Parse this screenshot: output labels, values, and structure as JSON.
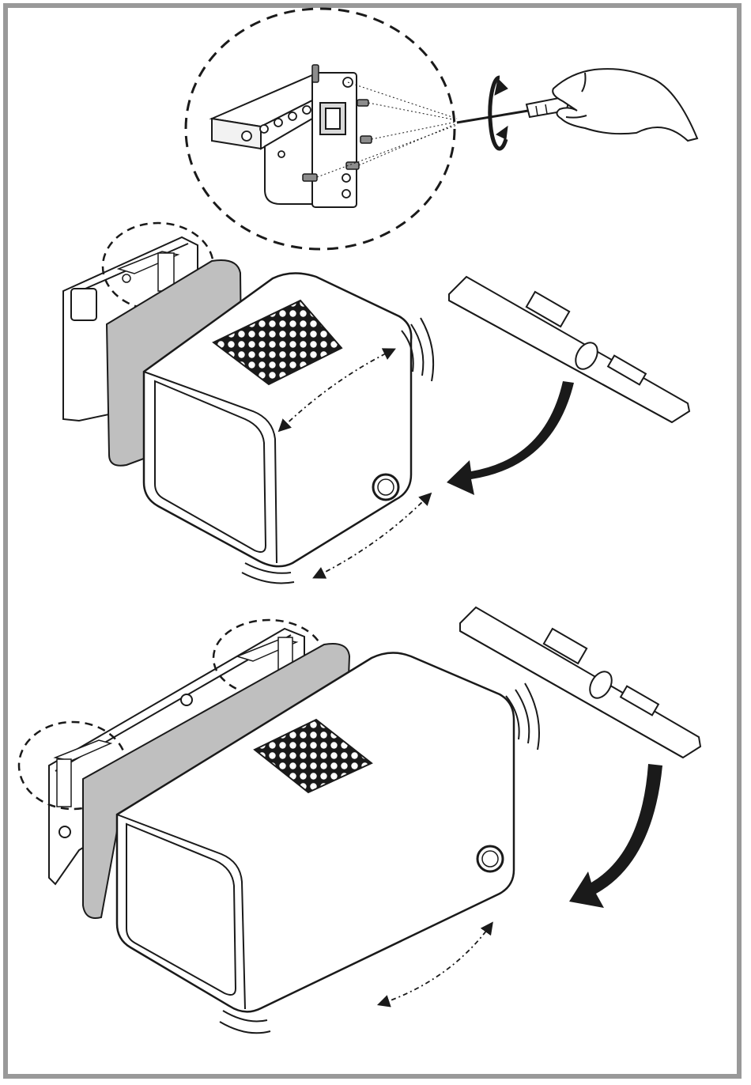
{
  "figure": {
    "frame_color": "#999999",
    "line_color": "#1a1a1a",
    "panel_fill": "#bfbfbf",
    "screen_fill": "#ffffff",
    "icons": [
      "rotate-icon",
      "screwdriver-icon",
      "hand-icon",
      "spirit-level-icon",
      "curved-arrow-icon",
      "double-arrow-icon",
      "vibration-icon",
      "detail-zoom-icon"
    ],
    "panels": [
      {
        "name": "detail-bracket-adjustment"
      },
      {
        "name": "level-check-small-unit"
      },
      {
        "name": "level-check-large-unit"
      }
    ]
  }
}
